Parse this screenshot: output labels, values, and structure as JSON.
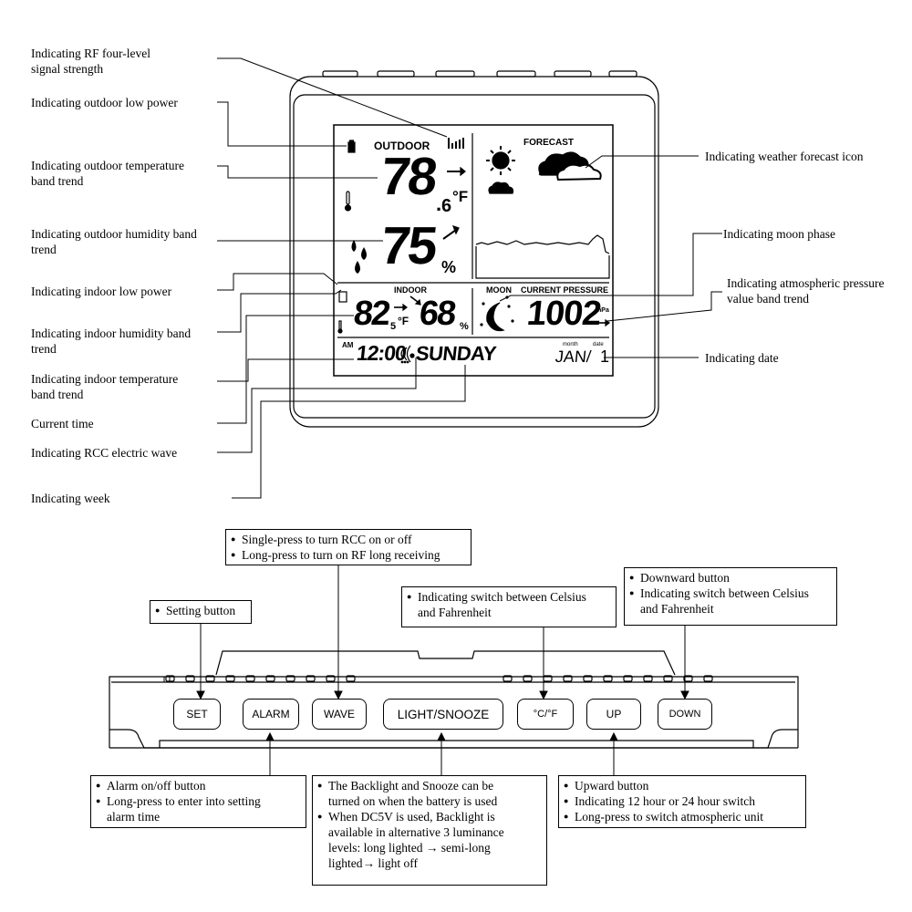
{
  "top_labels": {
    "rf_signal": [
      "Indicating RF four-level",
      "signal strength"
    ],
    "outdoor_low_power": "Indicating outdoor low power",
    "outdoor_temp_trend": [
      "Indicating outdoor temperature",
      "band trend"
    ],
    "outdoor_hum_trend": [
      "Indicating outdoor humidity band",
      "trend"
    ],
    "indoor_low_power": "Indicating indoor low power",
    "indoor_hum_trend": [
      "Indicating indoor humidity band",
      "trend"
    ],
    "indoor_temp_trend": [
      "Indicating indoor temperature",
      "band trend"
    ],
    "current_time": "Current time",
    "rcc_wave": "Indicating RCC electric wave",
    "week": "Indicating week",
    "forecast_icon": "Indicating weather forecast icon",
    "moon_phase": "Indicating moon phase",
    "pressure_trend": [
      "Indicating atmospheric pressure",
      "value band trend"
    ],
    "date": "Indicating date"
  },
  "lcd": {
    "outdoor_title": "OUTDOOR",
    "outdoor_temp_main": "78",
    "outdoor_temp_dec": "6",
    "outdoor_temp_unit": "°F",
    "outdoor_hum": "75",
    "outdoor_hum_unit": "%",
    "forecast_title": "FORECAST",
    "indoor_title": "INDOOR",
    "indoor_temp_main": "82",
    "indoor_temp_dec": "5",
    "indoor_temp_unit": "°F",
    "indoor_hum": "68",
    "indoor_hum_unit": "%",
    "moon_title": "MOON",
    "pressure_title": "CURRENT PRESSURE",
    "pressure_value": "1002",
    "pressure_unit": "hPa",
    "am": "AM",
    "time": "12:00",
    "weekday": "SUNDAY",
    "month_label": "month",
    "date_label": "date",
    "month": "JAN/",
    "day": "1"
  },
  "buttons": {
    "set": "SET",
    "alarm": "ALARM",
    "wave": "WAVE",
    "light": "LIGHT/SNOOZE",
    "cf": "°C/°F",
    "up": "UP",
    "down": "DOWN"
  },
  "callouts": {
    "setting": [
      "Setting button"
    ],
    "wave": [
      "Single-press to turn RCC on or off",
      "Long-press to turn on RF long receiving"
    ],
    "cf": [
      "Indicating switch between Celsius",
      "and Fahrenheit"
    ],
    "down": [
      "Downward button",
      "Indicating switch between Celsius",
      "and Fahrenheit"
    ],
    "alarm": [
      "Alarm on/off button",
      "Long-press to enter into setting",
      "alarm time"
    ],
    "light": [
      "The Backlight and Snooze can be",
      "turned on when the battery is used",
      "When DC5V is used, Backlight is",
      "available in alternative 3 luminance",
      "levels: long lighted → semi-long",
      "lighted→ light off"
    ],
    "up": [
      "Upward button",
      "Indicating 12 hour or 24 hour switch",
      "Long-press to switch atmospheric unit"
    ]
  }
}
